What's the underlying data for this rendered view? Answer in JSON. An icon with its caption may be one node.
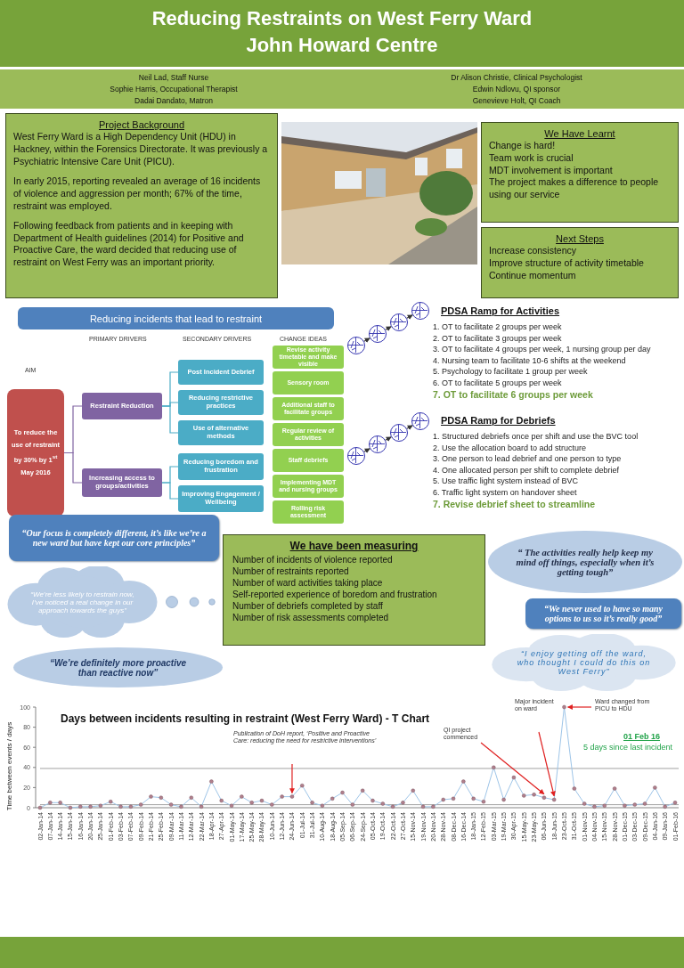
{
  "diagram": {
    "title": "Reducing Restraints on West Ferry Ward John Howard Centre",
    "nodes": [
      {
        "text": [
          "Project Background",
          "West Ferry Ward is a High Dependency Unit (HDU) in Hackney, within the Forensics Directorate.  It was previously a Psychiatric Intensive Care Unit (PICU).",
          "In early 2015, reporting revealed an average of 16 incidents of violence and aggression per month; 67% of the time, restraint was employed.",
          "Following feedback from patients and in keeping with Department of Health guidelines (2014) for Positive and Proactive Care, the ward decided that reducing use of restraint on West Ferry was an important priority."
        ]
      },
      {
        "text": [
          "We Have Learnt",
          "Change is hard!",
          "Team work is crucial",
          "MDT involvement is important",
          "The project makes a difference to people using our service"
        ]
      },
      {
        "text": [
          "Next Steps",
          "Increase consistency",
          "Improve structure of activity timetable",
          "Continue momentum"
        ]
      },
      {
        "text": [
          "Reducing incidents that lead to restraint"
        ]
      },
      {
        "text": [
          "To reduce the use of restraint by 30% by 1$^{st}$ May 2016"
        ]
      },
      {
        "text": [
          "Restraint Reduction"
        ]
      },
      {
        "text": [
          "Increasing access to groups/activities"
        ]
      },
      {
        "text": [
          "Post Incident Debrief"
        ]
      },
      {
        "text": [
          "Reducing restrictive practices"
        ]
      },
      {
        "text": [
          "Use of alternative methods"
        ]
      },
      {
        "text": [
          "Reducing boredom and frustration"
        ]
      },
      {
        "text": [
          "Improving Engagement / Wellbeing"
        ]
      },
      {
        "text": [
          "Revise activity timetable and make visible"
        ]
      },
      {
        "text": [
          "Sensory room"
        ]
      },
      {
        "text": [
          "Additional staff to facilitate groups"
        ]
      },
      {
        "text": [
          "Regular review of activities"
        ]
      },
      {
        "text": [
          "Staff debriefs"
        ]
      },
      {
        "text": [
          "Implementing MDT and nursing groups"
        ]
      },
      {
        "text": [
          "Rolling risk assessment"
        ]
      },
      {
        "text": [],
        "shape": "circle"
      },
      {
        "text": [],
        "shape": "circle"
      },
      {
        "text": [],
        "shape": "circle"
      },
      {
        "text": [],
        "shape": "circle"
      },
      {
        "text": [],
        "shape": "circle"
      },
      {
        "text": [],
        "shape": "circle"
      },
      {
        "text": [],
        "shape": "circle"
      },
      {
        "text": [],
        "shape": "circle"
      },
      {
        "text": [
          "We have been measuring",
          "Number of incidents of violence reported",
          "Number of restraints reported",
          "Number of ward activities taking place",
          "Self-reported experience of boredom and frustration",
          "Number of debriefs completed by staff",
          "Number of risk assessments completed"
        ]
      },
      {
        "text": [
          "“Our focus is completely different, it’s like we’re a new ward but have kept our core principles”"
        ]
      },
      {
        "text": [
          "“We’re less likely to restrain now, I’ve noticed a real change in our approach towards the guys”"
        ]
      },
      {
        "text": [
          "“We’re definitely more proactive than reactive now”"
        ]
      },
      {
        "text": [
          "“ The activities really help keep my mind off things, especially when it’s getting tough”"
        ]
      },
      {
        "text": [
          "“We never used to have so many options to us so it’s really good”"
        ]
      },
      {
        "text": [
          "“I enjoy getting off the ward, who thought I could do this on West Ferry”"
        ]
      }
    ],
    "edges": [
      {
        "from": 4,
        "to": 5,
        "arrow": "none",
        "color": "#8064a2"
      },
      {
        "from": 4,
        "to": 6,
        "arrow": "none",
        "color": "#8064a2"
      },
      {
        "from": 5,
        "to": 7,
        "arrow": "none",
        "color": "#4bacc6"
      },
      {
        "from": 5,
        "to": 8,
        "arrow": "none",
        "color": "#4bacc6"
      },
      {
        "from": 5,
        "to": 9,
        "arrow": "none",
        "color": "#4bacc6"
      },
      {
        "from": 6,
        "to": 10,
        "arrow": "none",
        "color": "#4bacc6"
      },
      {
        "from": 6,
        "to": 11,
        "arrow": "none",
        "color": "#4bacc6"
      },
      {
        "from": 19,
        "to": 20,
        "arrow": "to"
      },
      {
        "from": 20,
        "to": 21,
        "arrow": "to"
      },
      {
        "from": 21,
        "to": 22,
        "arrow": "to"
      },
      {
        "from": 23,
        "to": 24,
        "arrow": "to"
      },
      {
        "from": 24,
        "to": 25,
        "arrow": "to"
      },
      {
        "from": 25,
        "to": 26,
        "arrow": "to"
      }
    ],
    "labels": [
      "Neil Lad, Staff Nurse",
      "Sophie Harris, Occupational Therapist",
      "Dadai Dandato, Matron",
      "Dr Alison Christie, Clinical Psychologist",
      "Edwin Ndlovu, QI sponsor",
      "Genevieve Holt, QI Coach",
      "AIM",
      "PRIMARY DRIVERS",
      "SECONDARY DRIVERS",
      "CHANGE IDEAS",
      "PDSA Ramp for Activities",
      "1. OT to facilitate 2 groups per week",
      "2. OT to facilitate 3 groups per week",
      "3. OT to facilitate 4 groups per week, 1 nursing group per day",
      "4. Nursing team to facilitate 10-6 shifts at the weekend",
      "5. Psychology to facilitate 1 group per week",
      "6. OT to facilitate 5 groups per week",
      "7. OT to facilitate 6 groups per week",
      "PDSA Ramp for Debriefs",
      "1. Structured debriefs once per shift and use the BVC tool",
      "2. Use the allocation board to add structure",
      "3. One person to lead debrief and one person to type",
      "4. One allocated person per shift to complete debrief",
      "5. Use traffic light system instead of BVC",
      "6. Traffic light system on handover sheet",
      "7. Revise debrief sheet to streamline",
      "01 Feb 16",
      "5 days since last incident"
    ],
    "chart_data": {
      "type": "line",
      "title": "Days between incidents resulting in restraint (West Ferry Ward) - T Chart",
      "ylabel": "Time between events / days",
      "categories": [
        "02-Jan-14",
        "07-Jan-14",
        "14-Jan-14",
        "15-Jan-14",
        "16-Jan-14",
        "20-Jan-14",
        "25-Jan-14",
        "01-Feb-14",
        "03-Feb-14",
        "07-Feb-14",
        "09-Feb-14",
        "21-Feb-14",
        "25-Feb-14",
        "09-Mar-14",
        "11-Mar-14",
        "12-Mar-14",
        "22-Mar-14",
        "18-Apr-14",
        "27-Apr-14",
        "01-May-14",
        "17-May-14",
        "25-May-14",
        "28-May-14",
        "10-Jun-14",
        "12-Jun-14",
        "24-Jun-14",
        "01-Jul-14",
        "31-Jul-14",
        "10-Aug-14",
        "18-Aug-14",
        "05-Sep-14",
        "06-Sep-14",
        "24-Sep-14",
        "05-Oct-14",
        "19-Oct-14",
        "22-Oct-14",
        "27-Oct-14",
        "15-Nov-14",
        "19-Nov-14",
        "20-Nov-14",
        "28-Nov-14",
        "08-Dec-14",
        "16-Dec-14",
        "18-Jan-15",
        "12-Feb-15",
        "03-Mar-15",
        "19-Mar-15",
        "30-Apr-15",
        "15-May-15",
        "23-May-15",
        "06-Jun-15",
        "18-Jun-15",
        "23-Oct-15",
        "31-Oct-15",
        "01-Nov-15",
        "04-Nov-15",
        "15-Nov-15",
        "28-Nov-15",
        "01-Dec-15",
        "03-Dec-15",
        "09-Dec-15",
        "04-Jan-16",
        "09-Jan-16",
        "01-Feb-16"
      ],
      "series": [
        {
          "color": "#9ec5e8",
          "marker": "circle",
          "values": [
            0,
            5,
            5,
            0,
            1,
            1,
            2,
            6,
            1,
            1,
            3,
            11,
            10,
            3,
            1,
            10,
            1,
            26,
            7,
            2,
            11,
            5,
            7,
            3,
            11,
            11,
            22,
            5,
            2,
            9,
            15,
            3,
            17,
            7,
            4,
            1,
            5,
            17,
            1,
            1,
            8,
            9,
            26,
            9,
            6,
            40,
            8,
            30,
            12,
            13,
            10,
            8,
            100,
            19,
            4,
            1,
            2,
            19,
            2,
            3,
            4,
            20,
            1,
            5
          ]
        }
      ],
      "ylim": [
        0,
        100
      ],
      "yticks": [
        0,
        20,
        40,
        60,
        80,
        100
      ],
      "annotations": [
        "Publication of DoH report, ‘Positive and Proactive Care: reducing the need for restrictive interventions’",
        "QI project commenced",
        "Major incident on ward",
        "Ward changed from PICU to HDU"
      ]
    }
  }
}
